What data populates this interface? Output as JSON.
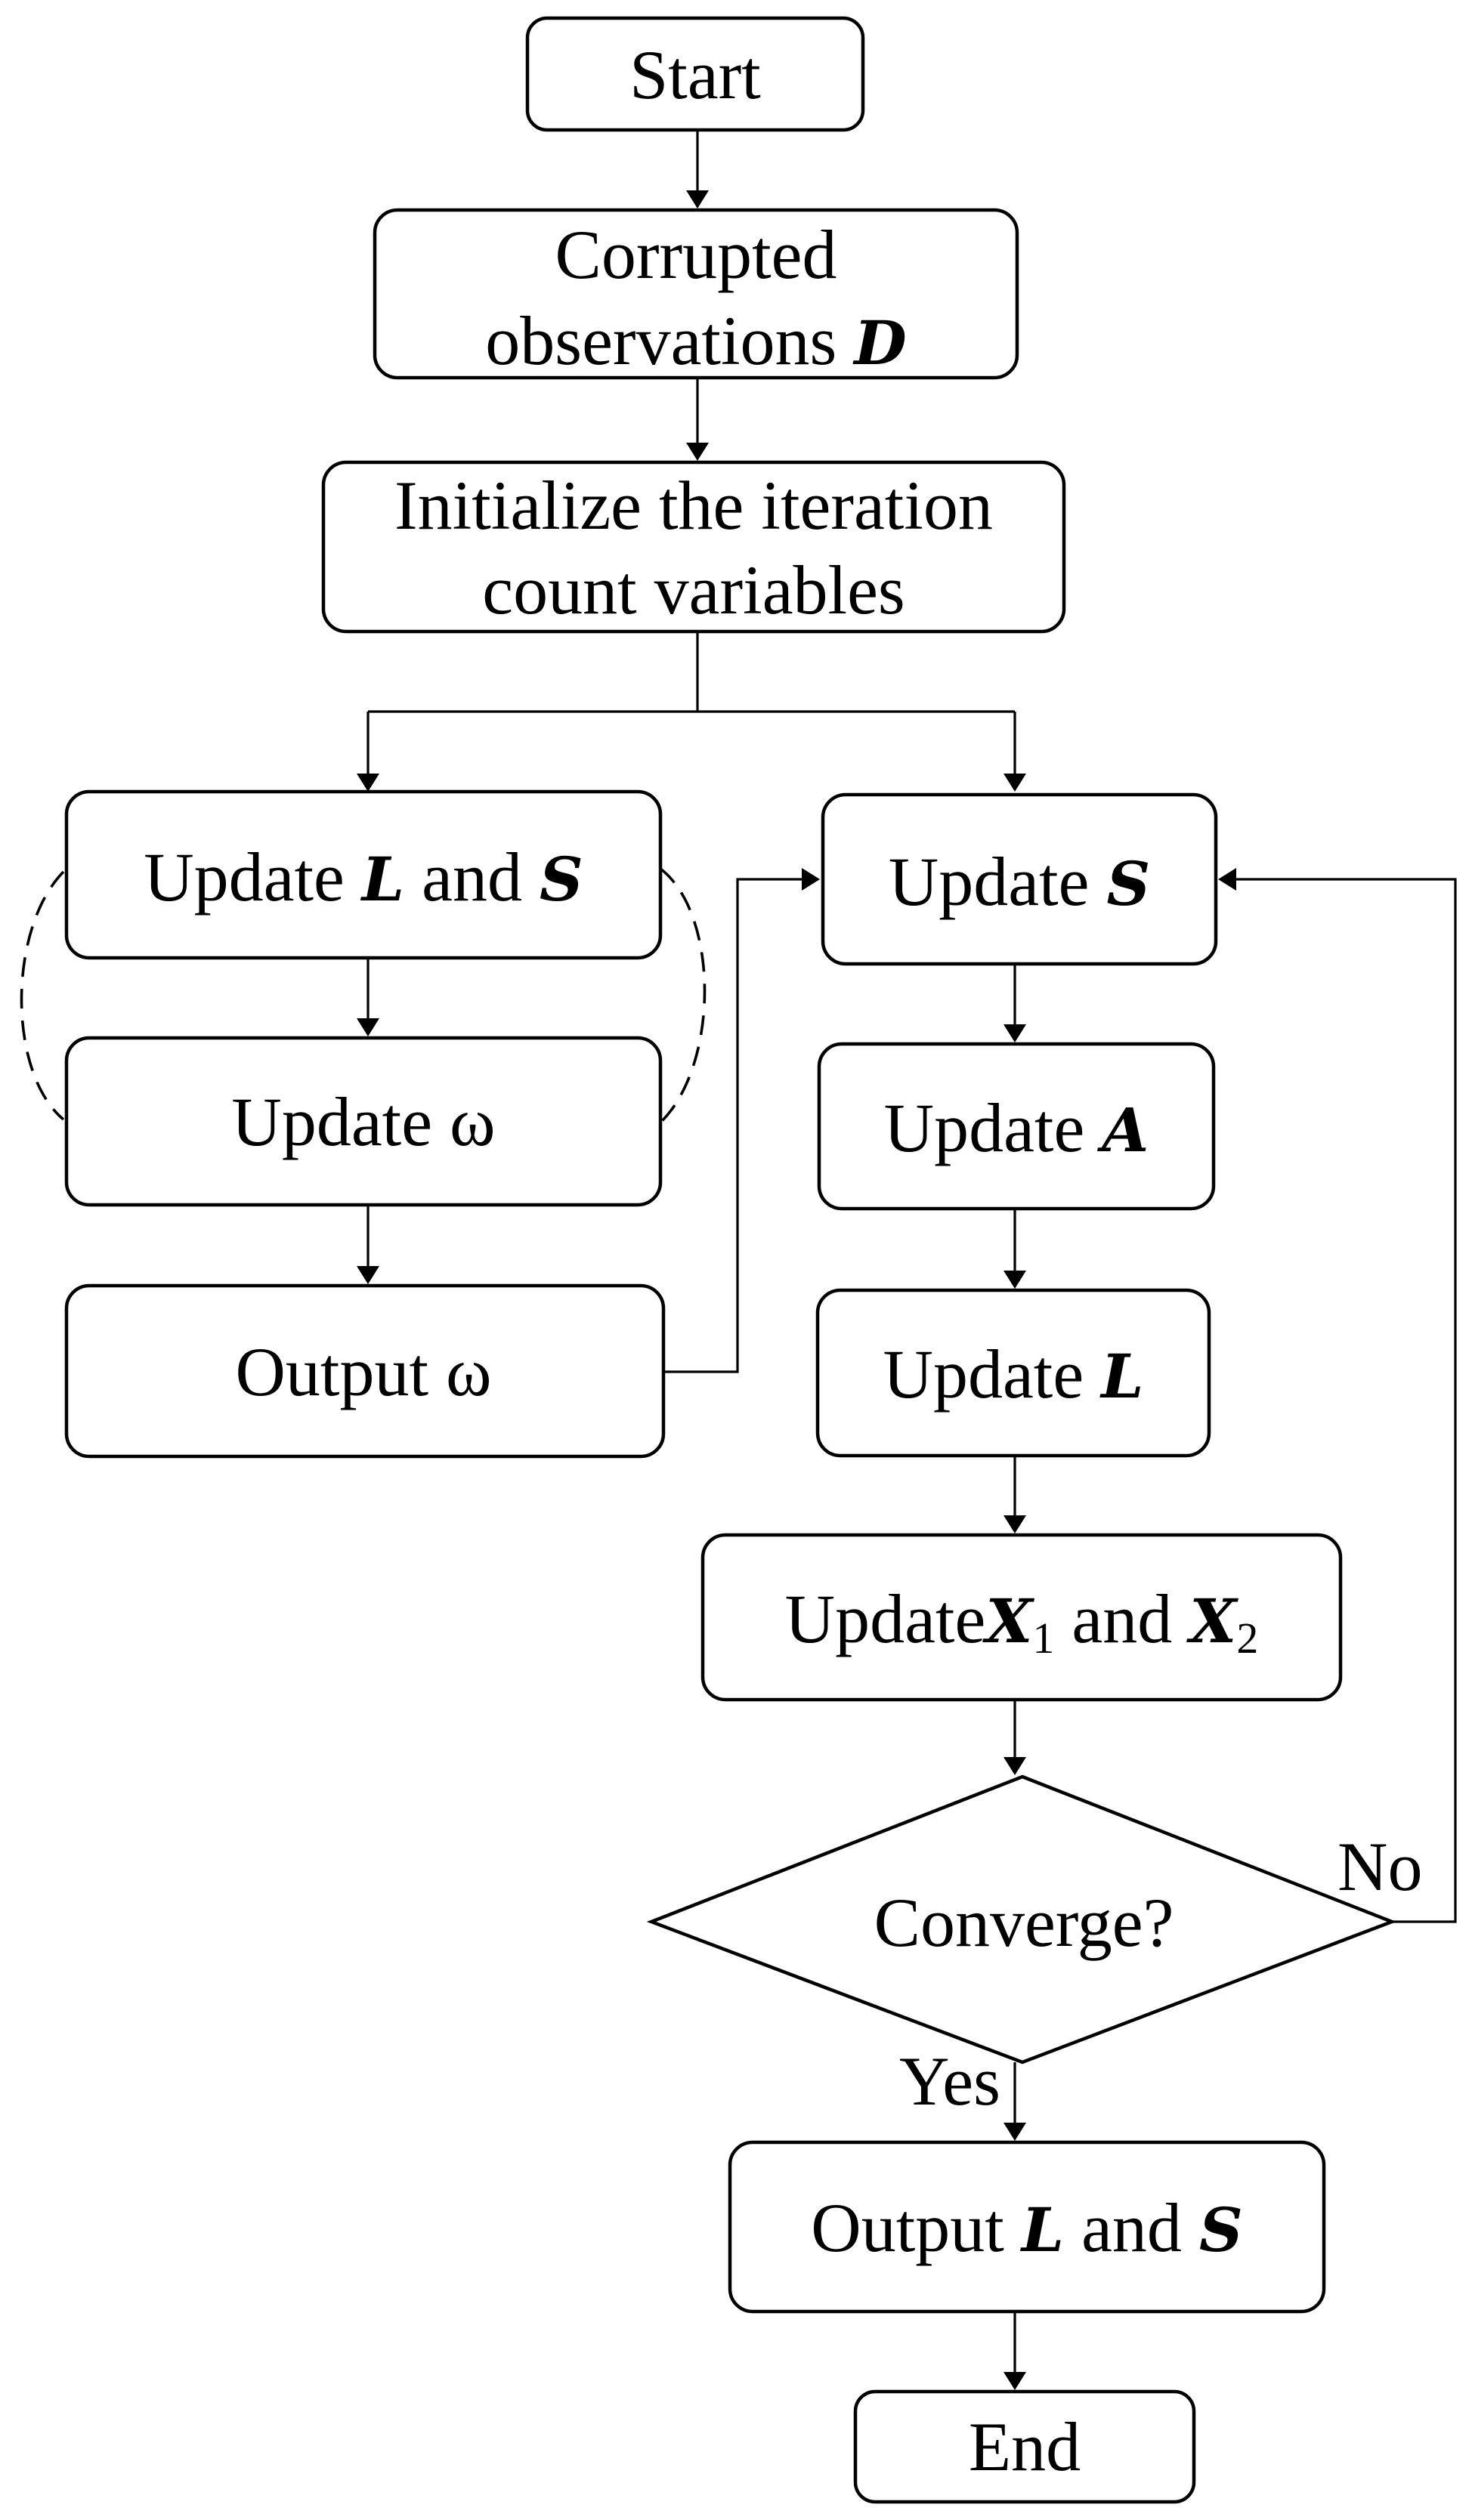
{
  "nodes": {
    "start": {
      "text": "Start"
    },
    "corrupted": {
      "line1": "Corrupted",
      "line2_text": "observations ",
      "line2_var": "D"
    },
    "initialize": {
      "line1": "Initialize the iteration",
      "line2": "count variables"
    },
    "update_l_and_s": {
      "pre": "Update ",
      "var1": "L",
      "mid": " and ",
      "var2": "S"
    },
    "update_omega": {
      "text": "Update ω"
    },
    "output_omega": {
      "text": "Output ω"
    },
    "update_s": {
      "pre": "Update ",
      "var": "S"
    },
    "update_a": {
      "pre": "Update ",
      "var": "A"
    },
    "update_l": {
      "pre": "Update ",
      "var": "L"
    },
    "update_x": {
      "pre": "Update",
      "var1": "X",
      "sub1": "1",
      "mid": " and ",
      "var2": "X",
      "sub2": "2"
    },
    "converge": {
      "text": "Converge?"
    },
    "output_l_and_s": {
      "pre": "Output ",
      "var1": "L",
      "mid": " and ",
      "var2": "S"
    },
    "end": {
      "text": "End"
    }
  },
  "edge_labels": {
    "no": "No",
    "yes": "Yes"
  }
}
